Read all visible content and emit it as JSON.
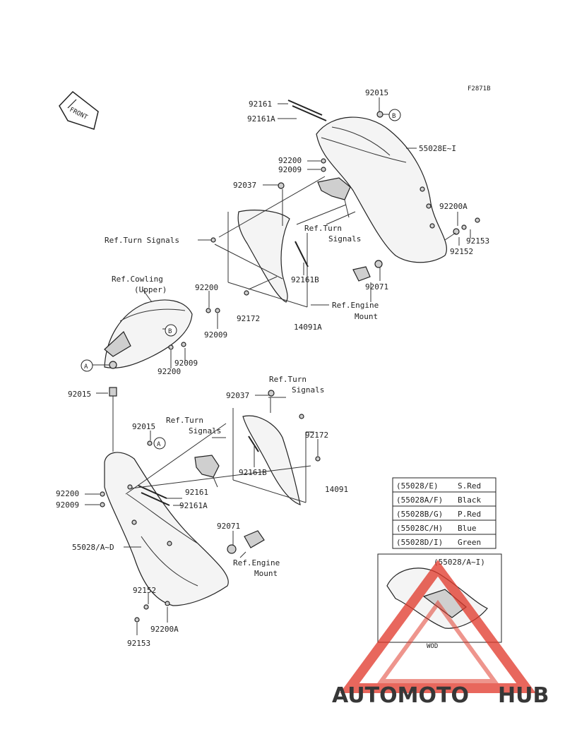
{
  "figure_code": "F2871B",
  "front_tag": "FRONT",
  "circle_labels": {
    "a": "A",
    "b": "B"
  },
  "labels": {
    "l92161_top": "92161",
    "l92161A_top": "92161A",
    "l92015_top": "92015",
    "l55028EI": "55028E~I",
    "l92200_top": "92200",
    "l92009_top": "92009",
    "l92037_top": "92037",
    "l92200A_top": "92200A",
    "ref_turn_top": "Ref.Turn Signals",
    "ref_turn_mid_1": "Ref.Turn",
    "ref_turn_mid_2": "Signals",
    "l92153_top": "92153",
    "l92152_top": "92152",
    "l92161B_top": "92161B",
    "l92071_top": "92071",
    "l92172_top": "92172",
    "ref_engine_top_1": "Ref.Engine",
    "ref_engine_top_2": "Mount",
    "l14091A": "14091A",
    "ref_cowling_1": "Ref.Cowling",
    "ref_cowling_2": "(Upper)",
    "l92200_mid": "92200",
    "l92009_mid": "92009",
    "l92009_mid2": "92009",
    "l92200_mid2": "92200",
    "l92015_mid": "92015",
    "l92037_bot": "92037",
    "ref_turn_bot_1": "Ref.Turn",
    "ref_turn_bot_2": "Signals",
    "ref_turn_left_1": "Ref.Turn",
    "ref_turn_left_2": "Signals",
    "l92015_bot": "92015",
    "l92172_bot": "92172",
    "l92161B_bot": "92161B",
    "l14091": "14091",
    "l92200_bot": "92200",
    "l92009_bot": "92009",
    "l92161_bot": "92161",
    "l92161A_bot": "92161A",
    "l92071_bot": "92071",
    "l55028AD": "55028/A~D",
    "ref_engine_bot_1": "Ref.Engine",
    "ref_engine_bot_2": "Mount",
    "l92152_bot": "92152",
    "l92200A_bot": "92200A",
    "l92153_bot": "92153"
  },
  "color_table": [
    {
      "code": "(55028/E)",
      "color": "S.Red"
    },
    {
      "code": "(55028A/F)",
      "color": "Black"
    },
    {
      "code": "(55028B/G)",
      "color": "P.Red"
    },
    {
      "code": "(55028C/H)",
      "color": "Blue"
    },
    {
      "code": "(55028D/I)",
      "color": "Green"
    }
  ],
  "inset": {
    "label": "(55028/A~I)",
    "sticker": "WOD"
  },
  "watermark": {
    "part1": "AUTOMOTO",
    "part2": "HUB",
    "color1": "#f5b63a",
    "color2": "#555555",
    "triangle": "#e03a2c"
  }
}
